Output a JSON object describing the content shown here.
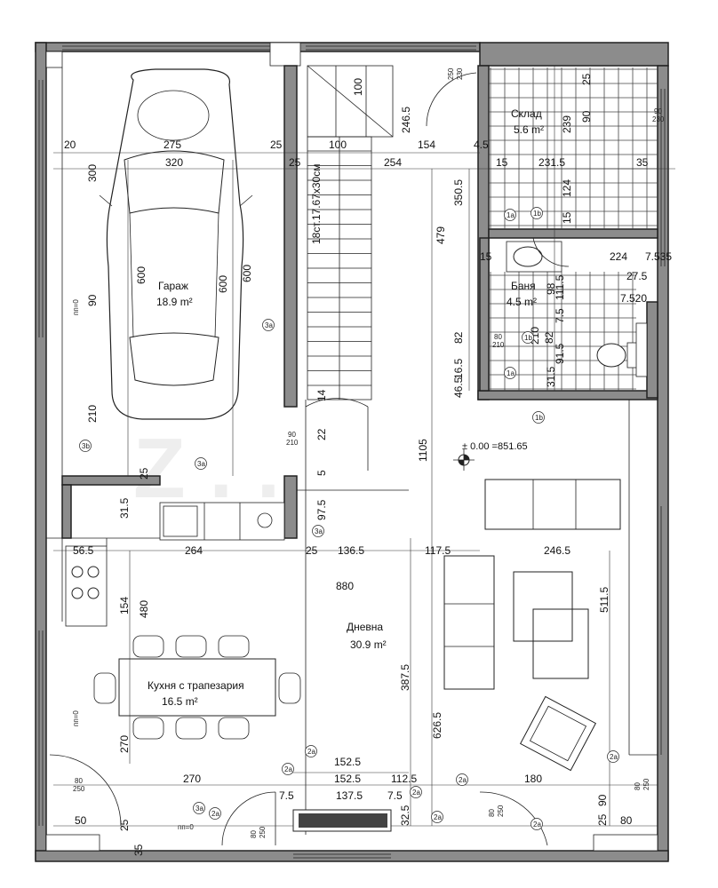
{
  "rooms": {
    "garage": {
      "name": "Гараж",
      "area": "18.9 m²"
    },
    "storage": {
      "name": "Склад",
      "area": "5.6 m²"
    },
    "bath": {
      "name": "Баня",
      "area": "4.5 m²"
    },
    "living": {
      "name": "Дневна",
      "area": "30.9 m²"
    },
    "kitchen": {
      "name": "Кухня с трапезария",
      "area": "16.5 m²"
    }
  },
  "stair_label": "18ст.17.67x30см",
  "level_mark": "± 0.00 =851.65",
  "dims": {
    "d20": "20",
    "d275": "275",
    "d25a": "25",
    "d100a": "100",
    "d154a": "154",
    "d45": "4.5",
    "d300": "300",
    "d320": "320",
    "d25b": "25",
    "d254": "254",
    "d15a": "15",
    "d2315": "231.5",
    "d35a": "35",
    "d100b": "100",
    "d2465": "246.5",
    "d239": "239",
    "d90a": "90",
    "d25c": "25",
    "d124": "124",
    "d15b": "15",
    "d3505": "350.5",
    "d479": "479",
    "d600a": "600",
    "d600b": "600",
    "d600c": "600",
    "d90b": "90",
    "d15c": "15",
    "d224": "224",
    "d7535": "7.535",
    "d275b": "27.5",
    "d7520": "7.520",
    "d1115": "111.5",
    "d98": "98",
    "d82a": "82",
    "d82b": "82",
    "d75a": "7.5",
    "d210a": "210",
    "d915": "91.5",
    "d315a": "31.5",
    "d465": "46.5",
    "d165": "16.5",
    "d14": "14",
    "d22": "22",
    "d210b": "210",
    "d1105": "1105",
    "d25d": "25",
    "d5": "5",
    "d315b": "31.5",
    "d975": "97.5",
    "d25e": "25",
    "d565": "56.5",
    "d264": "264",
    "d1365": "136.5",
    "d1175": "117.5",
    "d2465b": "246.5",
    "d880": "880",
    "d154b": "154",
    "d480": "480",
    "d5115": "511.5",
    "d3875": "387.5",
    "d6265": "626.5",
    "d270a": "270",
    "d1525a": "152.5",
    "d270b": "270",
    "d1525b": "152.5",
    "d1125": "112.5",
    "d180": "180",
    "d75b": "7.5",
    "d1375": "137.5",
    "d75c": "7.5",
    "d50": "50",
    "d25f": "25",
    "d325": "32.5",
    "d25g": "25",
    "d90c": "90",
    "d80": "80",
    "d35b": "35"
  },
  "openings": {
    "o1": "90",
    "o1b": "230",
    "o2": "90",
    "o2b": "210",
    "o3": "80",
    "o3b": "210",
    "o4": "80",
    "o4b": "250",
    "o5": "80",
    "o5b": "250",
    "o6": "80",
    "o6b": "250",
    "o7": "80",
    "o7b": "250",
    "o8": "250",
    "o8b": "230"
  },
  "levels": {
    "pp_left_top": "пп=0",
    "pp_left_bottom": "пп=0",
    "pp_bottom": "пп=0"
  },
  "markers": [
    "3a",
    "3a",
    "3b",
    "3a",
    "3a",
    "1a",
    "1b",
    "1a",
    "1b",
    "1b",
    "2a",
    "2a",
    "2a",
    "2a",
    "2a",
    "2a",
    "2a",
    "2a"
  ],
  "watermark": "Z . ."
}
